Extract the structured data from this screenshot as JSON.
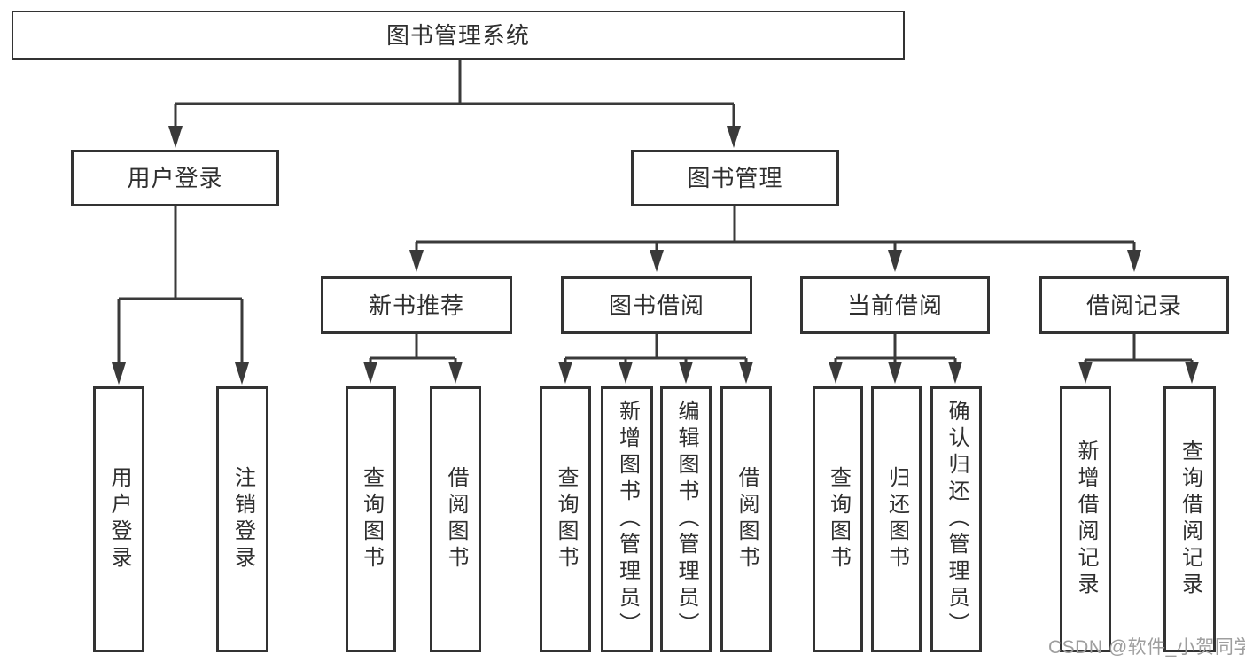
{
  "page": {
    "background": "#ffffff"
  },
  "colors": {
    "box_border": "#333333",
    "connector": "#3a3a3a",
    "text": "#2f2f2f",
    "watermark": "#9e9e9e"
  },
  "watermark": {
    "text": "CSDN @软件_小贺同学"
  },
  "tree": {
    "label": "图书管理系统",
    "children": [
      {
        "label": "用户登录",
        "children": [
          {
            "label": "用户登录"
          },
          {
            "label": "注销登录"
          }
        ]
      },
      {
        "label": "图书管理",
        "children": [
          {
            "label": "新书推荐",
            "children": [
              {
                "label": "查询图书"
              },
              {
                "label": "借阅图书"
              }
            ]
          },
          {
            "label": "图书借阅",
            "children": [
              {
                "label": "查询图书"
              },
              {
                "label": "新增图书（管理员）"
              },
              {
                "label": "编辑图书（管理员）"
              },
              {
                "label": "借阅图书"
              }
            ]
          },
          {
            "label": "当前借阅",
            "children": [
              {
                "label": "查询图书"
              },
              {
                "label": "归还图书"
              },
              {
                "label": "确认归还（管理员）"
              }
            ]
          },
          {
            "label": "借阅记录",
            "children": [
              {
                "label": "新增借阅记录"
              },
              {
                "label": "查询借阅记录"
              }
            ]
          }
        ]
      }
    ]
  }
}
